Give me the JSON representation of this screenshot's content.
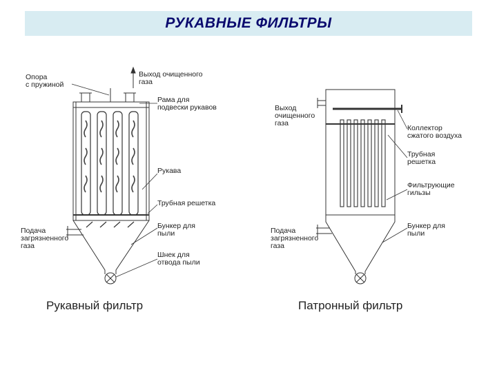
{
  "title": "РУКАВНЫЕ ФИЛЬТРЫ",
  "left_diagram": {
    "caption": "Рукавный фильтр",
    "labels": {
      "support": "Опора\nс пружиной",
      "outlet": "Выход очищенного\nгаза",
      "frame": "Рама для\nподвески рукавов",
      "bags": "Рукава",
      "tube_sheet": "Трубная решетка",
      "inlet": "Подача\nзагрязненного\nгаза",
      "hopper": "Бункер для\nпыли",
      "screw": "Шнек для\nотвода пыли"
    }
  },
  "right_diagram": {
    "caption": "Патронный фильтр",
    "labels": {
      "outlet": "Выход\nочищенного\nгаза",
      "collector": "Коллектор\nсжатого воздуха",
      "tube_sheet": "Трубная\nрешетка",
      "cartridges": "Фильтрующие\nгильзы",
      "inlet": "Подача\nзагрязненного\nгаза",
      "hopper": "Бункер для\nпыли"
    }
  }
}
